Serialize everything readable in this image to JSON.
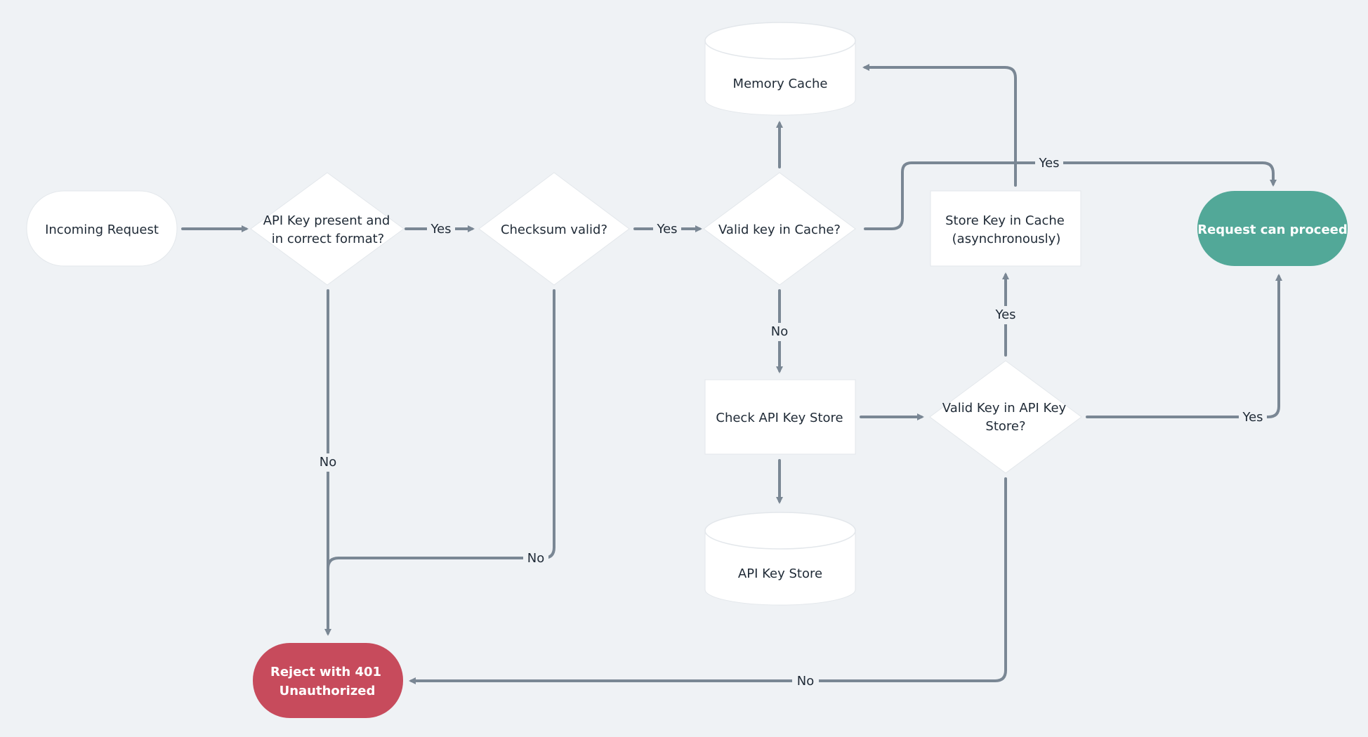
{
  "nodes": {
    "incoming_request": "Incoming Request",
    "api_key_check": [
      "API Key present and",
      "in correct format?"
    ],
    "checksum_valid": "Checksum valid?",
    "valid_key_cache": "Valid key in Cache?",
    "memory_cache": "Memory Cache",
    "store_key_cache": [
      "Store Key in Cache",
      "(asynchronously)"
    ],
    "request_proceed": "Request can proceed",
    "check_api_key_store": "Check API Key Store",
    "valid_key_store": [
      "Valid Key in API Key",
      "Store?"
    ],
    "api_key_store": "API Key Store",
    "reject_401": [
      "Reject with 401",
      "Unauthorized"
    ]
  },
  "edges": {
    "yes_format": "Yes",
    "yes_checksum": "Yes",
    "yes_cache_hit": "Yes",
    "no_cache": "No",
    "yes_store_to_cache": "Yes",
    "yes_store_proceed": "Yes",
    "no_format": "No",
    "no_checksum": "No",
    "no_store": "No"
  },
  "colors": {
    "background": "#eff2f5",
    "edge": "#7a8794",
    "node_fill": "#ffffff",
    "proceed": "#52a898",
    "reject": "#c74b5c"
  }
}
